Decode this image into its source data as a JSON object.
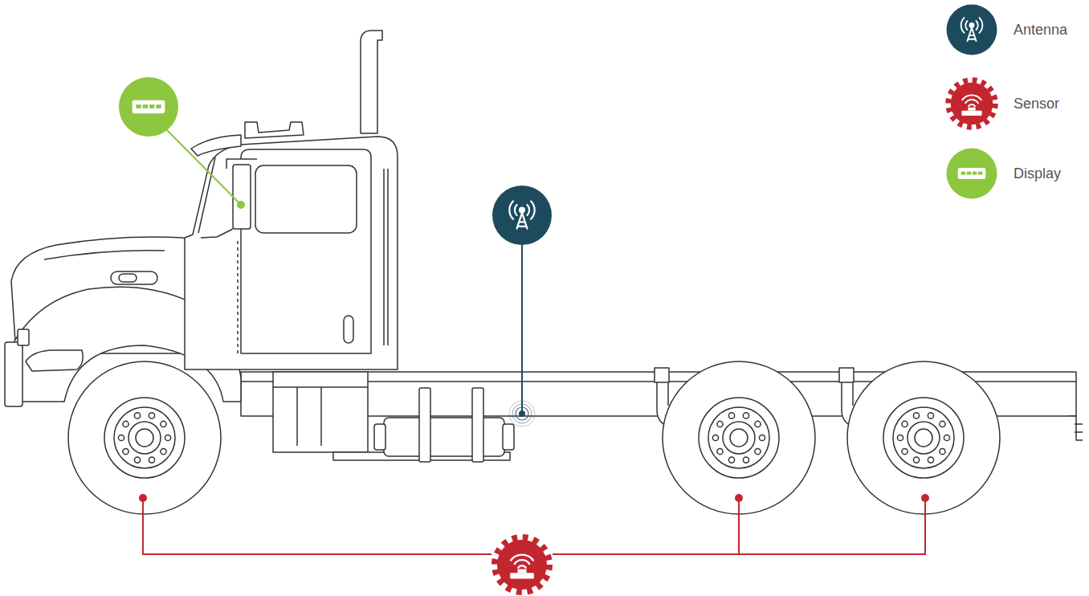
{
  "diagram": {
    "legend": [
      {
        "text": "Antenna",
        "color": "#1e4a5e"
      },
      {
        "text": "Sensor",
        "color": "#c3262f"
      },
      {
        "text": "Display",
        "color": "#8dc63f"
      }
    ]
  }
}
